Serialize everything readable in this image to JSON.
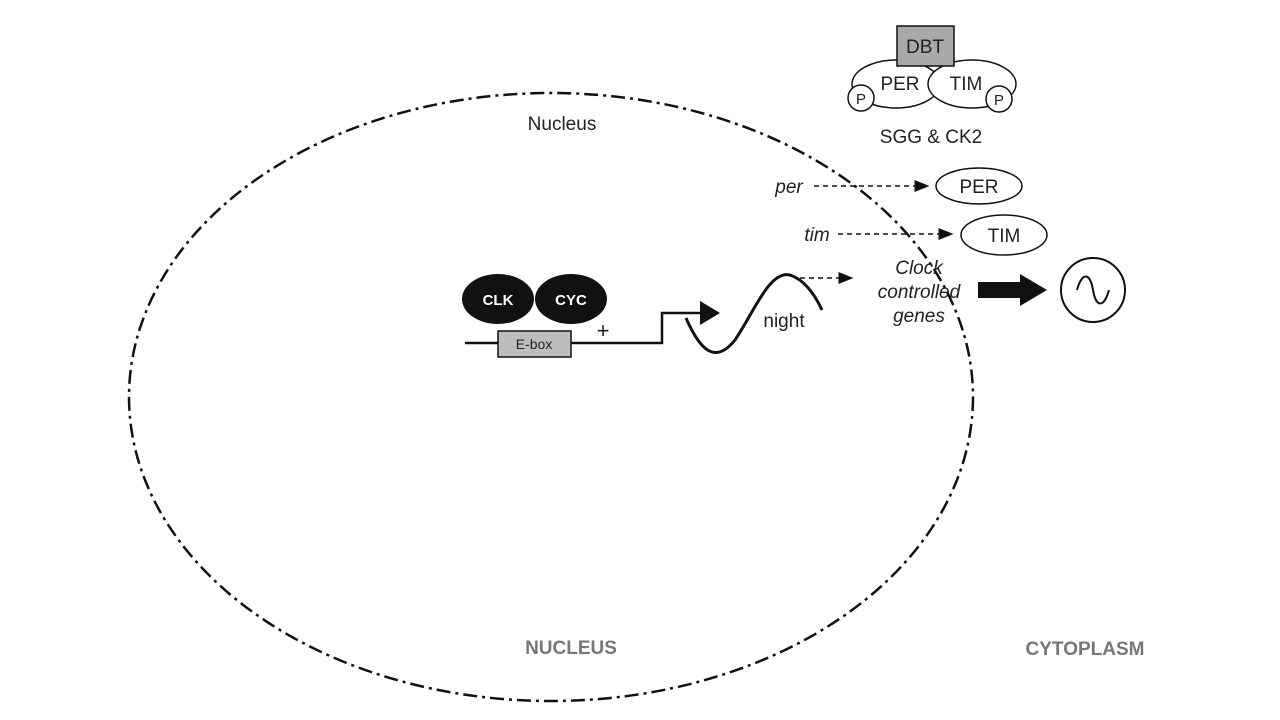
{
  "labels": {
    "nucleus_top": "Nucleus",
    "nucleus_region": "NUCLEUS",
    "cytoplasm_region": "CYTOPLASM",
    "clk": "CLK",
    "cyc": "CYC",
    "ebox": "E-box",
    "plus": "+",
    "night": "night",
    "per_gene": "per",
    "tim_gene": "tim",
    "per_protein": "PER",
    "tim_protein": "TIM",
    "clock_line1": "Clock",
    "clock_line2": "controlled",
    "clock_line3": "genes",
    "dbt": "DBT",
    "complex_per": "PER",
    "complex_tim": "TIM",
    "p_left": "P",
    "p_right": "P",
    "kinases": "SGG & CK2"
  },
  "icons": {
    "rhythm": "sine-wave-icon"
  },
  "colors": {
    "line": "#111111",
    "ebox_fill": "#bdbdbd",
    "dbt_fill": "#a9a9a9",
    "region_label": "#777777"
  }
}
